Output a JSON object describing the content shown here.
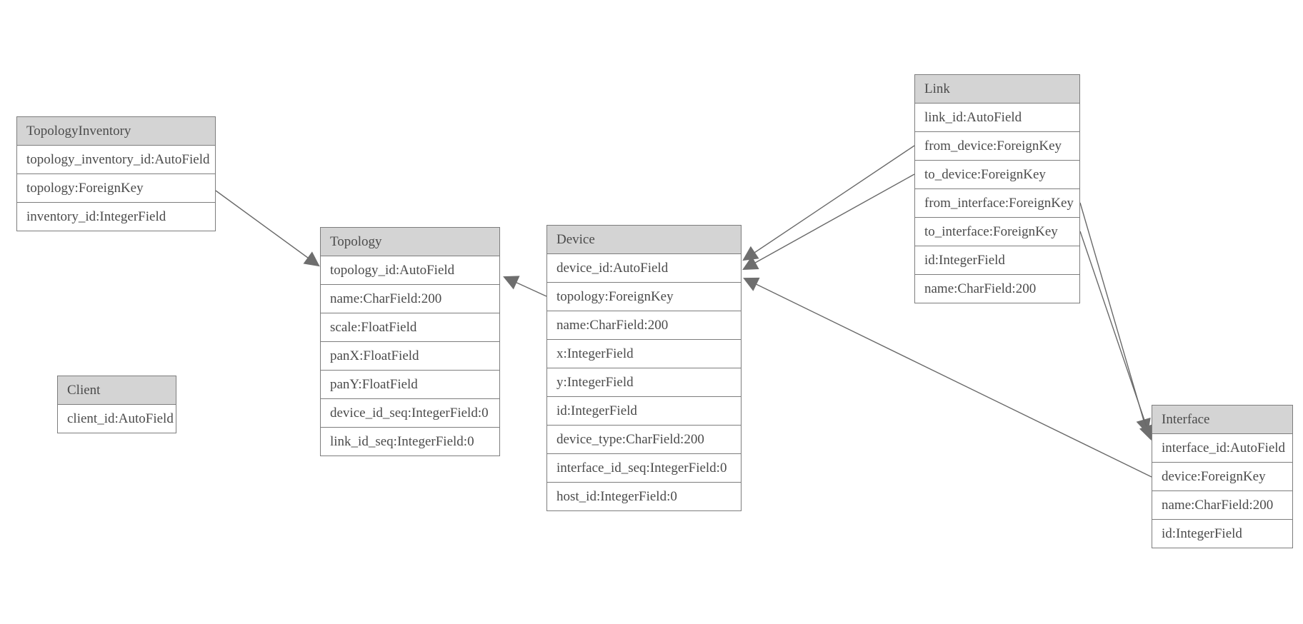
{
  "diagram": {
    "type": "entity-relationship-model-graph",
    "colors": {
      "background": "#ffffff",
      "header_fill": "#d4d4d4",
      "table_border": "#7d7d7d",
      "text": "#4b4b4b",
      "relation_line": "#696969",
      "arrowhead_fill": "#6e6e6e"
    },
    "tables": [
      {
        "name": "TopologyInventory",
        "fields": [
          "topology_inventory_id:AutoField",
          "topology:ForeignKey",
          "inventory_id:IntegerField"
        ]
      },
      {
        "name": "Topology",
        "fields": [
          "topology_id:AutoField",
          "name:CharField:200",
          "scale:FloatField",
          "panX:FloatField",
          "panY:FloatField",
          "device_id_seq:IntegerField:0",
          "link_id_seq:IntegerField:0"
        ]
      },
      {
        "name": "Client",
        "fields": [
          "client_id:AutoField"
        ]
      },
      {
        "name": "Device",
        "fields": [
          "device_id:AutoField",
          "topology:ForeignKey",
          "name:CharField:200",
          "x:IntegerField",
          "y:IntegerField",
          "id:IntegerField",
          "device_type:CharField:200",
          "interface_id_seq:IntegerField:0",
          "host_id:IntegerField:0"
        ]
      },
      {
        "name": "Link",
        "fields": [
          "link_id:AutoField",
          "from_device:ForeignKey",
          "to_device:ForeignKey",
          "from_interface:ForeignKey",
          "to_interface:ForeignKey",
          "id:IntegerField",
          "name:CharField:200"
        ]
      },
      {
        "name": "Interface",
        "fields": [
          "interface_id:AutoField",
          "device:ForeignKey",
          "name:CharField:200",
          "id:IntegerField"
        ]
      }
    ],
    "relations": [
      {
        "from": "TopologyInventory.topology",
        "to": "Topology.topology_id"
      },
      {
        "from": "Device.topology",
        "to": "Topology.topology_id"
      },
      {
        "from": "Link.from_device",
        "to": "Device.device_id"
      },
      {
        "from": "Link.to_device",
        "to": "Device.device_id"
      },
      {
        "from": "Link.from_interface",
        "to": "Interface.interface_id"
      },
      {
        "from": "Link.to_interface",
        "to": "Interface.interface_id"
      },
      {
        "from": "Interface.device",
        "to": "Device.device_id"
      }
    ]
  }
}
